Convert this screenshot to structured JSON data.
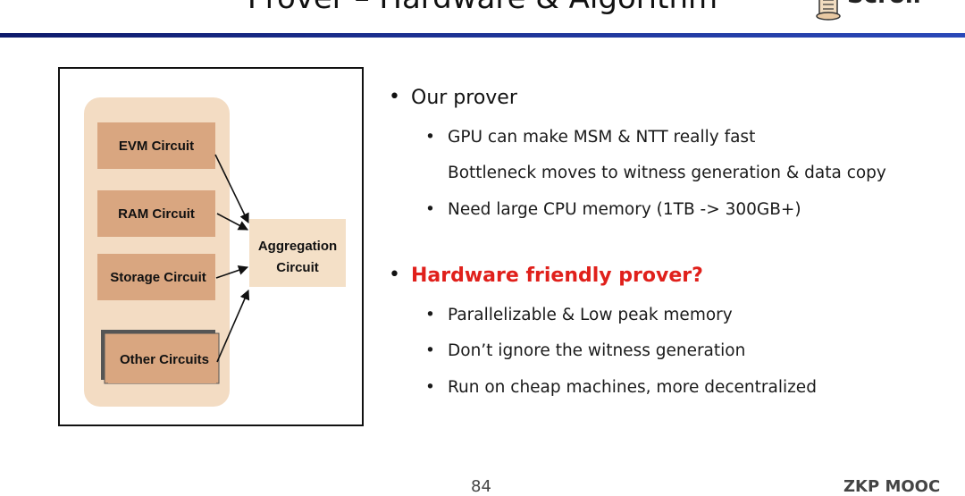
{
  "slide": {
    "title": "Prover – Hardware & Algorithm",
    "logo_text": "Scroll",
    "page_number": "84",
    "footer_brand": "ZKP MOOC"
  },
  "diagram": {
    "boxes": [
      {
        "id": "evm",
        "label": "EVM Circuit"
      },
      {
        "id": "ram",
        "label": "RAM Circuit"
      },
      {
        "id": "storage",
        "label": "Storage Circuit"
      },
      {
        "id": "other",
        "label": "Other Circuits"
      }
    ],
    "aggregation_line1": "Aggregation",
    "aggregation_line2": "Circuit",
    "colors": {
      "panel": "#f3dcc3",
      "box": "#d9a680",
      "aggregation": "#f4e0c7",
      "shadow": "#555555"
    }
  },
  "bullets": {
    "b1": "Our prover",
    "b1_s1": "GPU can make MSM & NTT really fast",
    "b1_s1_cont": "Bottleneck moves to witness generation & data copy",
    "b1_s2": "Need large CPU memory (1TB -> 300GB+)",
    "b2": "Hardware friendly prover?",
    "b2_s1": "Parallelizable & Low peak memory",
    "b2_s2": "Don’t ignore the witness generation",
    "b2_s3": "Run on cheap machines, more decentralized",
    "bullet_glyph": "•",
    "accent_color": "#e0201b"
  }
}
